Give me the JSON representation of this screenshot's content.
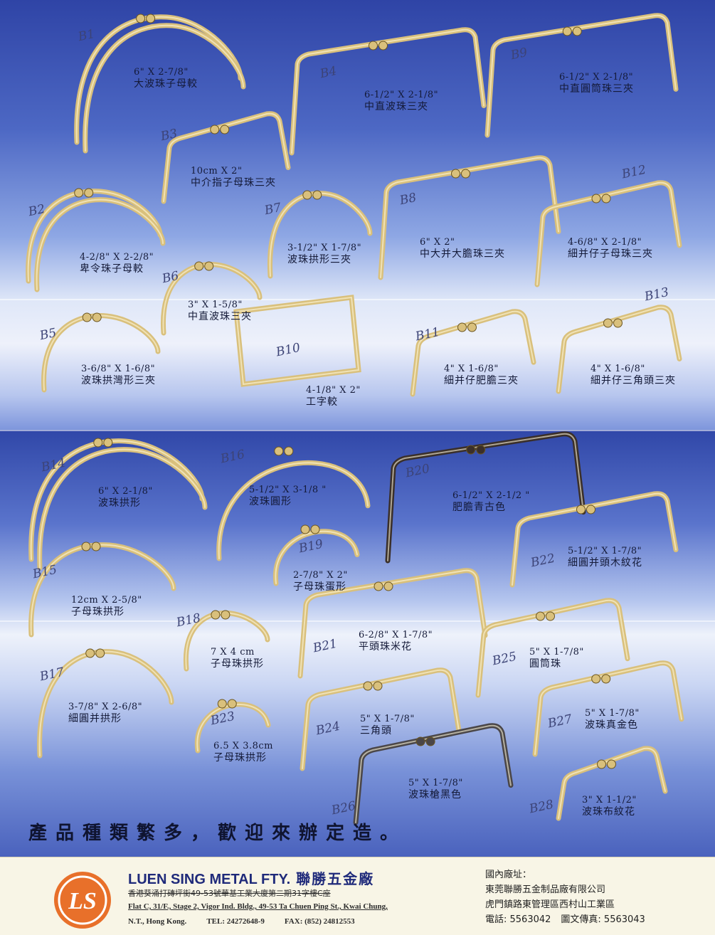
{
  "colors": {
    "gold": "#d9c07c",
    "gold_dark": "#a8893f",
    "bronze": "#3a2f2a",
    "gunmetal": "#4a4648",
    "logo_orange": "#e8702a"
  },
  "products": [
    {
      "code": "B1",
      "size": "6\" X 2-7/8\"",
      "name": "大波珠子母較",
      "finish": "gold"
    },
    {
      "code": "B4",
      "size": "6-1/2\" X 2-1/8\"",
      "name": "中直波珠三夾",
      "finish": "gold"
    },
    {
      "code": "B9",
      "size": "6-1/2\" X 2-1/8\"",
      "name": "中直圓筒珠三夾",
      "finish": "gold"
    },
    {
      "code": "B3",
      "size": "10cm X 2\"",
      "name": "中介指子母珠三夾",
      "finish": "gold"
    },
    {
      "code": "B2",
      "size": "4-2/8\" X 2-2/8\"",
      "name": "卑令珠子母較",
      "finish": "gold"
    },
    {
      "code": "B7",
      "size": "3-1/2\" X 1-7/8\"",
      "name": "波珠拱形三夾",
      "finish": "gold"
    },
    {
      "code": "B8",
      "size": "6\" X 2\"",
      "name": "中大并大膽珠三夾",
      "finish": "gold"
    },
    {
      "code": "B12",
      "size": "4-6/8\" X 2-1/8\"",
      "name": "細并仔子母珠三夾",
      "finish": "gold"
    },
    {
      "code": "B6",
      "size": "3\" X 1-5/8\"",
      "name": "中直波珠三夾",
      "finish": "gold"
    },
    {
      "code": "B5",
      "size": "3-6/8\" X 1-6/8\"",
      "name": "波珠拱灣形三夾",
      "finish": "gold"
    },
    {
      "code": "B10",
      "size": "4-1/8\" X 2\"",
      "name": "工字較",
      "finish": "gold"
    },
    {
      "code": "B11",
      "size": "4\" X 1-6/8\"",
      "name": "細并仔肥膽三夾",
      "finish": "gold"
    },
    {
      "code": "B13",
      "size": "4\" X 1-6/8\"",
      "name": "細并仔三角頭三夾",
      "finish": "gold"
    },
    {
      "code": "B14",
      "size": "6\" X 2-1/8\"",
      "name": "波珠拱形",
      "finish": "gold"
    },
    {
      "code": "B16",
      "size": "5-1/2\" X 3-1/8 \"",
      "name": "波珠圓形",
      "finish": "gold"
    },
    {
      "code": "B20",
      "size": "6-1/2\" X 2-1/2 \"",
      "name": "肥膽青古色",
      "finish": "bronze"
    },
    {
      "code": "B19",
      "size": "2-7/8\" X 2\"",
      "name": "子母珠蛋形",
      "finish": "gold"
    },
    {
      "code": "B22",
      "size": "5-1/2\" X 1-7/8\"",
      "name": "細圓并頭木紋花",
      "finish": "gold"
    },
    {
      "code": "B15",
      "size": "12cm X 2-5/8\"",
      "name": "子母珠拱形",
      "finish": "gold"
    },
    {
      "code": "B18",
      "size": "7 X 4 cm",
      "name": "子母珠拱形",
      "finish": "gold"
    },
    {
      "code": "B21",
      "size": "6-2/8\" X 1-7/8\"",
      "name": "平頭珠米花",
      "finish": "gold"
    },
    {
      "code": "B25",
      "size": "5\" X 1-7/8\"",
      "name": "圓筒珠",
      "finish": "gold"
    },
    {
      "code": "B17",
      "size": "3-7/8\" X 2-6/8\"",
      "name": "細圓并拱形",
      "finish": "gold"
    },
    {
      "code": "B23",
      "size": "6.5 X 3.8cm",
      "name": "子母珠拱形",
      "finish": "gold"
    },
    {
      "code": "B24",
      "size": "5\" X 1-7/8\"",
      "name": "三角頭",
      "finish": "gold"
    },
    {
      "code": "B27",
      "size": "5\" X 1-7/8\"",
      "name": "波珠真金色",
      "finish": "gold"
    },
    {
      "code": "B26",
      "size": "5\" X 1-7/8\"",
      "name": "波珠槍黑色",
      "finish": "gunmetal"
    },
    {
      "code": "B28",
      "size": "3\" X 1-1/2\"",
      "name": "波珠布紋花",
      "finish": "gold"
    }
  ],
  "slogan": "產品種類繁多，歡迎來辦定造。",
  "footer": {
    "logo_text": "LS",
    "company_en": "LUEN SING METAL FTY.",
    "company_cn": "聯勝五金廠",
    "address_cn": "香港葵涌打磚坪街49-53號華基工業大廈第二期31字樓C座",
    "address_en_line1": "Flat C, 31/F., Stage 2, Vigor Ind. Bldg., 49-53 Ta Chuen Ping St., Kwai Chung,",
    "address_en_city": "N.T., Hong Kong.",
    "tel": "TEL: 24272648-9",
    "fax": "FAX: (852) 24812553",
    "china_heading": "國內廠址：",
    "china_company": "東莞聯勝五金制品廠有限公司",
    "china_address": "虎門鎮路東管理區西村山工業區",
    "china_phone": "電話: 5563042",
    "china_fax": "圖文傳真: 5563043"
  }
}
